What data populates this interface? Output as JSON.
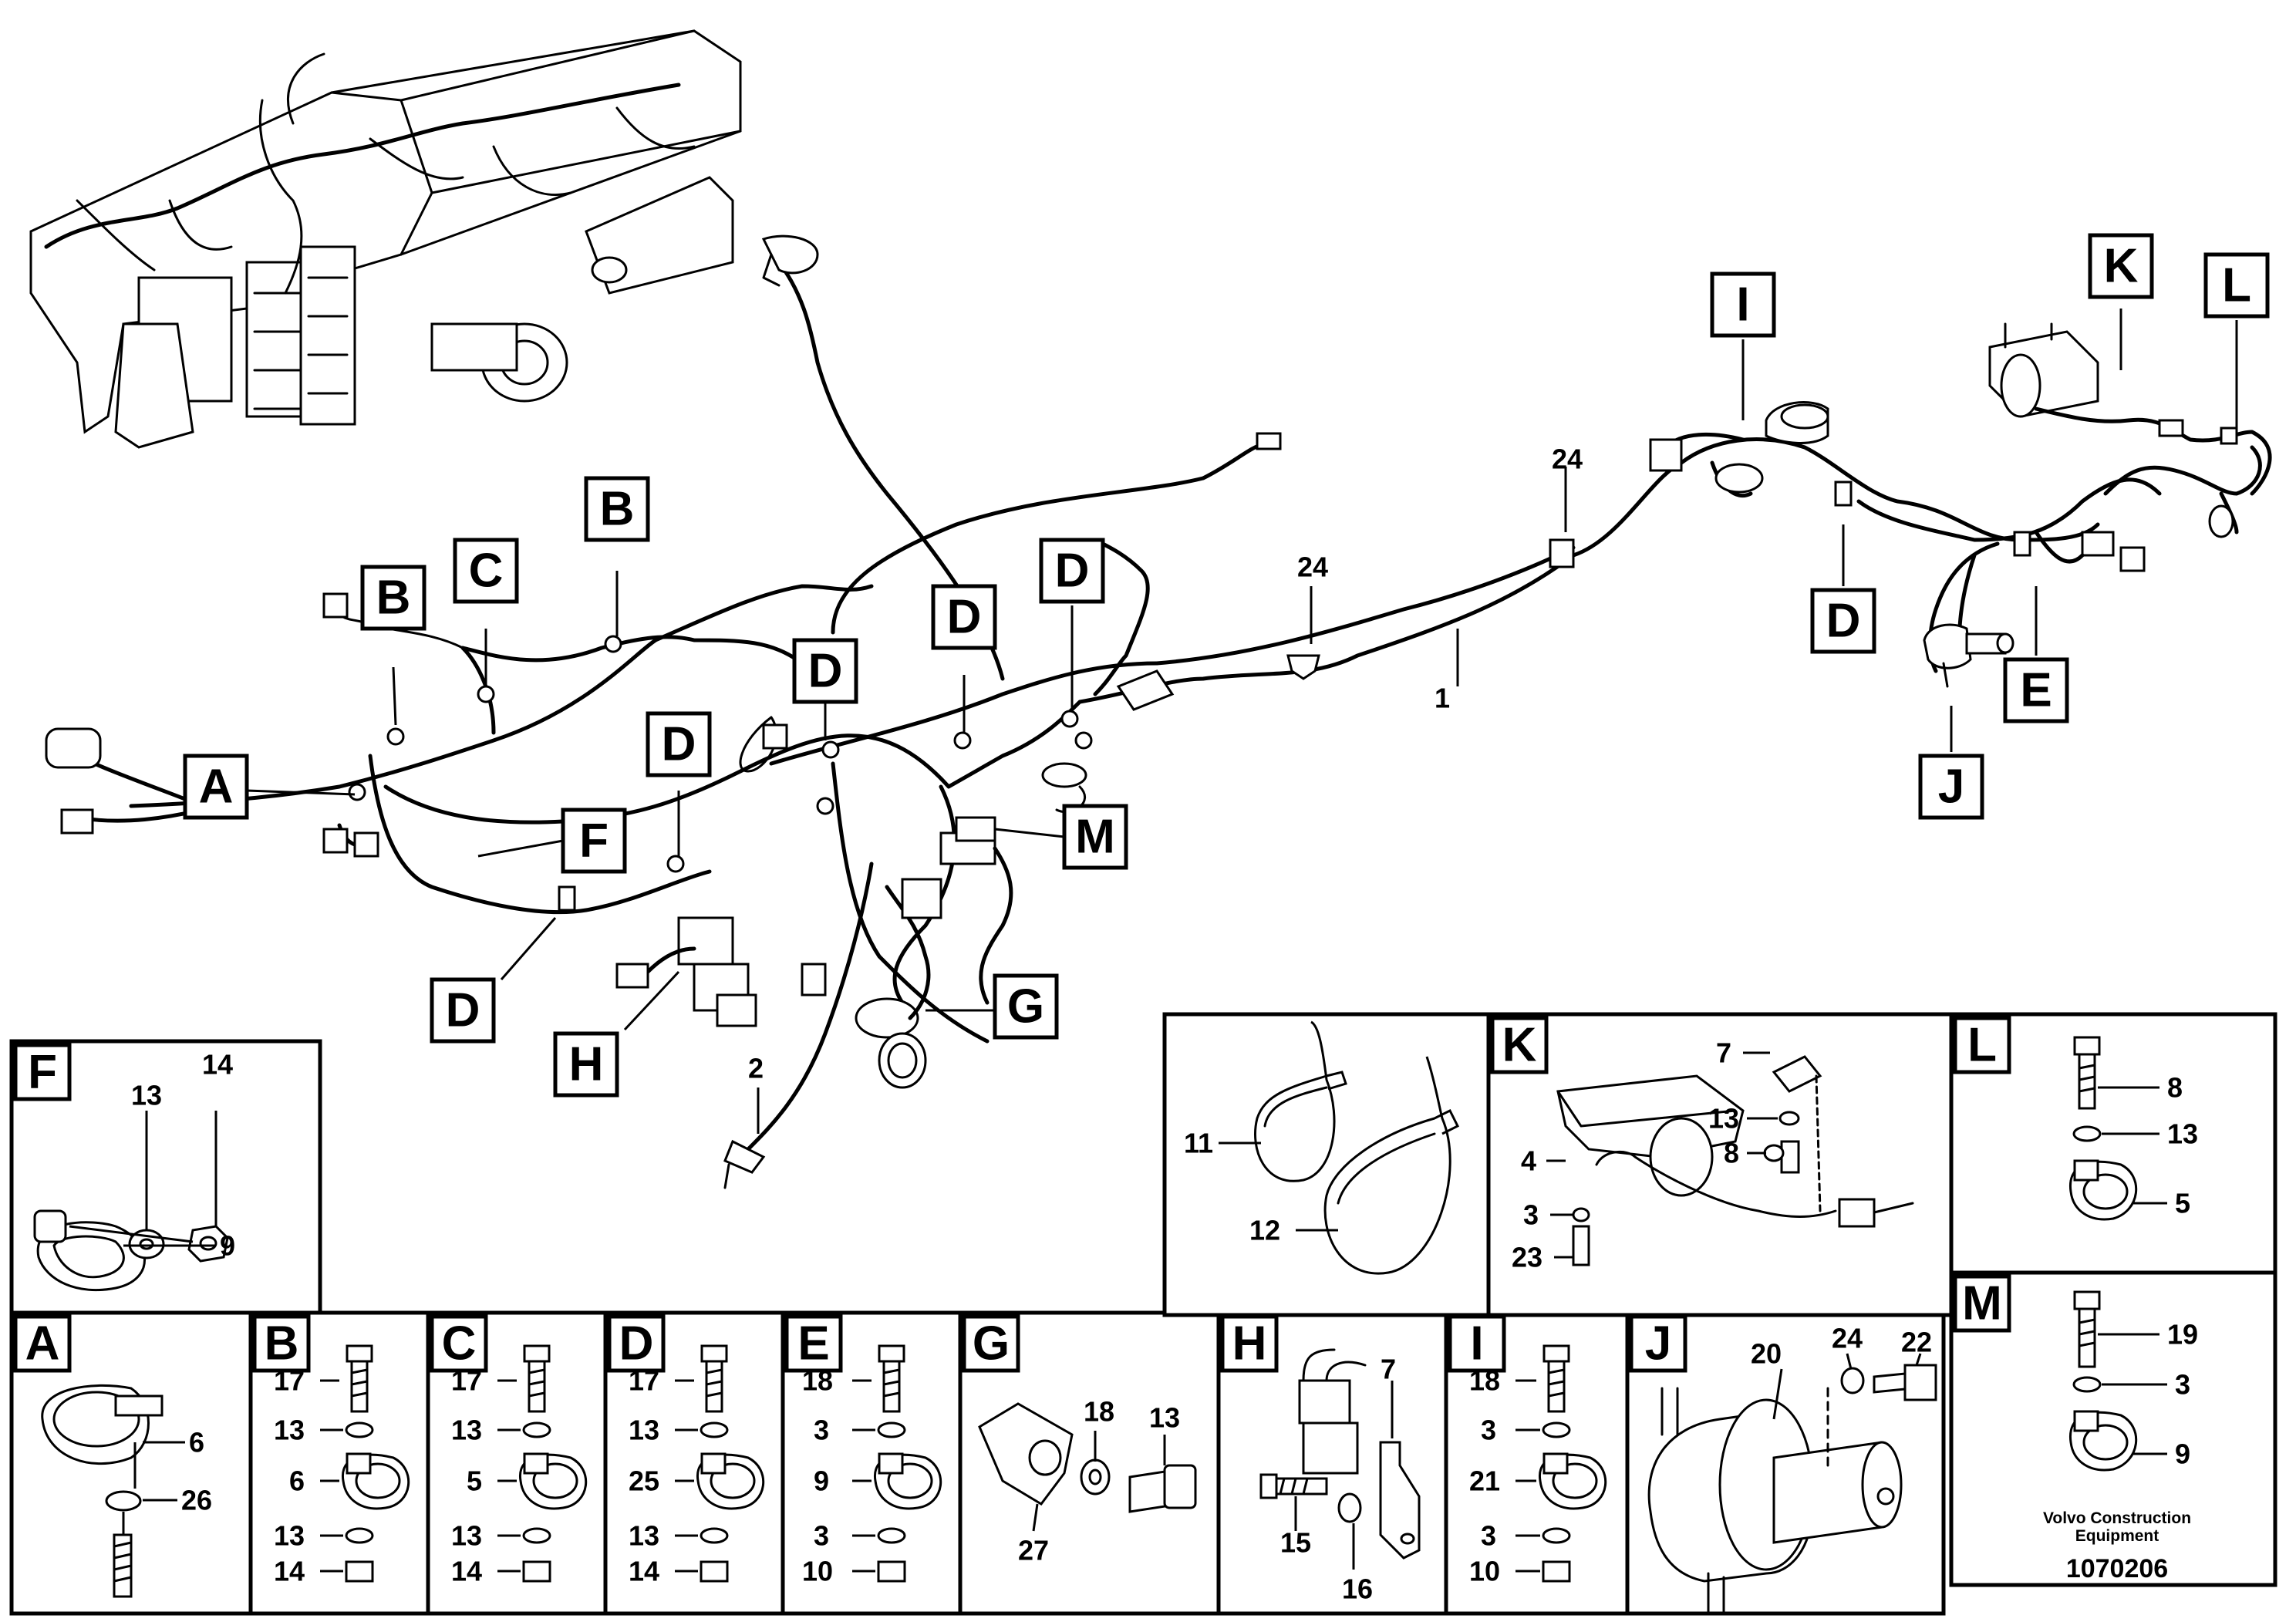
{
  "callouts": {
    "A": "A",
    "B": "B",
    "C": "C",
    "D": "D",
    "E": "E",
    "F": "F",
    "G": "G",
    "H": "H",
    "I": "I",
    "J": "J",
    "K": "K",
    "L": "L",
    "M": "M"
  },
  "part_numbers": {
    "harness": "1",
    "harness_branch": "2",
    "clip_24": "24"
  },
  "detail_F": {
    "label": "F",
    "items": [
      "13",
      "14",
      "9"
    ]
  },
  "detail_A": {
    "label": "A",
    "items": [
      "6",
      "26"
    ]
  },
  "detail_B": {
    "label": "B",
    "items": [
      "17",
      "13",
      "6",
      "13",
      "14"
    ]
  },
  "detail_C": {
    "label": "C",
    "items": [
      "17",
      "13",
      "5",
      "13",
      "14"
    ]
  },
  "detail_D": {
    "label": "D",
    "items": [
      "17",
      "13",
      "25",
      "13",
      "14"
    ]
  },
  "detail_E": {
    "label": "E",
    "items": [
      "18",
      "3",
      "9",
      "3",
      "10"
    ]
  },
  "detail_G": {
    "label": "G",
    "items": [
      "18",
      "13",
      "27"
    ]
  },
  "detail_H": {
    "label": "H",
    "items": [
      "7",
      "15",
      "16"
    ]
  },
  "detail_I": {
    "label": "I",
    "items": [
      "18",
      "3",
      "21",
      "3",
      "10"
    ]
  },
  "detail_J": {
    "label": "J",
    "items": [
      "20",
      "24",
      "22"
    ]
  },
  "detail_ties": {
    "items": [
      "11",
      "12"
    ]
  },
  "detail_K": {
    "label": "K",
    "items": [
      "7",
      "13",
      "8",
      "4",
      "3",
      "23"
    ]
  },
  "detail_L": {
    "label": "L",
    "items": [
      "8",
      "13",
      "5"
    ]
  },
  "detail_M": {
    "label": "M",
    "items": [
      "19",
      "3",
      "9"
    ]
  },
  "footer": {
    "company_line1": "Volvo Construction",
    "company_line2": "Equipment",
    "doc_number": "1070206"
  }
}
